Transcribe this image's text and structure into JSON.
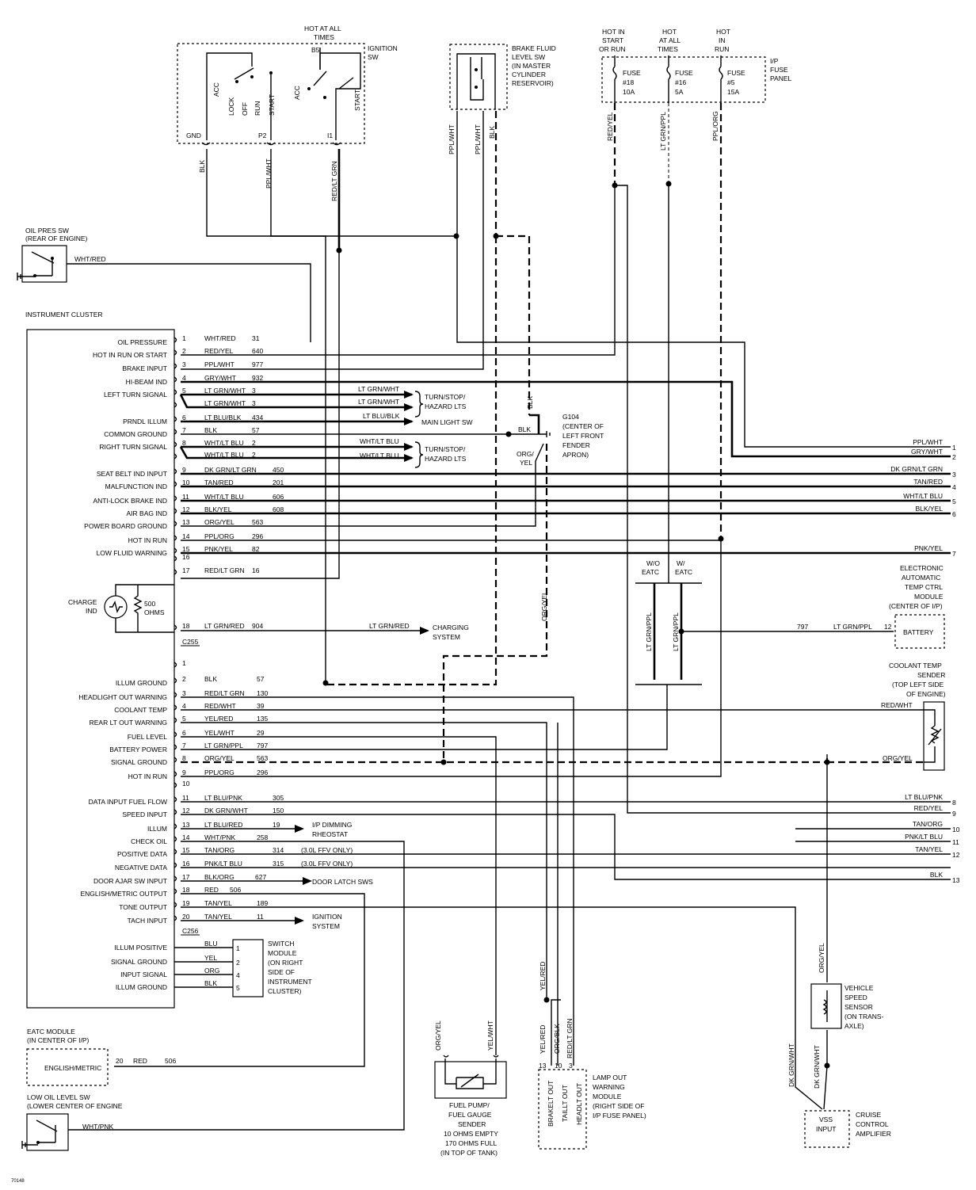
{
  "corner_code": "70148",
  "ignition_sw": {
    "title": [
      "IGNITION",
      "SW"
    ],
    "hot": [
      "HOT AT ALL",
      "TIMES"
    ],
    "b5": "B5",
    "contacts": [
      "ACC",
      "LOCK",
      "OFF",
      "RUN",
      "START",
      "ACC",
      "START"
    ],
    "terminals": [
      "GND",
      "P2",
      "I1"
    ],
    "wires": [
      "BLK",
      "PPL/WHT",
      "RED/LT GRN"
    ]
  },
  "brake_fluid_sw": {
    "title": [
      "BRAKE FLUID",
      "LEVEL SW",
      "(IN MASTER",
      "CYLINDER",
      "RESERVOIR)"
    ],
    "wires": [
      "PPL/WHT",
      "PPL/WHT",
      "BLK"
    ]
  },
  "fuse_panel": {
    "title": [
      "I/P",
      "FUSE",
      "PANEL"
    ],
    "fuses": [
      {
        "hot": [
          "HOT IN",
          "START",
          "OR RUN"
        ],
        "label": [
          "FUSE",
          "#18",
          "10A"
        ],
        "wire": "RED/YEL"
      },
      {
        "hot": [
          "HOT",
          "AT ALL",
          "TIMES"
        ],
        "label": [
          "FUSE",
          "#16",
          "5A"
        ],
        "wire": "LT GRN/PPL"
      },
      {
        "hot": [
          "HOT",
          "IN",
          "RUN"
        ],
        "label": [
          "FUSE",
          "#5",
          "15A"
        ],
        "wire": "PPL/ORG"
      }
    ]
  },
  "oil_press_sw": {
    "title": [
      "OIL PRES SW",
      "(REAR OF ENGINE)"
    ],
    "wire": "WHT/RED"
  },
  "cluster": {
    "title": "INSTRUMENT CLUSTER",
    "connector1": "C255",
    "connector2": "C256",
    "c1_rows": [
      {
        "pin": "1",
        "name": "OIL PRESSURE",
        "color": "WHT/RED",
        "circuit": "31"
      },
      {
        "pin": "2",
        "name": "HOT IN RUN OR START",
        "color": "RED/YEL",
        "circuit": "640"
      },
      {
        "pin": "3",
        "name": "BRAKE INPUT",
        "color": "PPL/WHT",
        "circuit": "977"
      },
      {
        "pin": "4",
        "name": "HI-BEAM IND",
        "color": "GRY/WHT",
        "circuit": "932"
      },
      {
        "pin": "5",
        "name": "LEFT TURN SIGNAL",
        "color": "LT GRN/WHT",
        "circuit": "3"
      },
      {
        "pin": "",
        "name": "",
        "color": "LT GRN/WHT",
        "circuit": "3"
      },
      {
        "pin": "6",
        "name": "PRNDL ILLUM",
        "color": "LT BLU/BLK",
        "circuit": "434"
      },
      {
        "pin": "7",
        "name": "COMMON GROUND",
        "color": "BLK",
        "circuit": "57"
      },
      {
        "pin": "8",
        "name": "RIGHT TURN SIGNAL",
        "color": "WHT/LT BLU",
        "circuit": "2"
      },
      {
        "pin": "",
        "name": "",
        "color": "WHT/LT BLU",
        "circuit": "2"
      },
      {
        "pin": "9",
        "name": "SEAT BELT IND INPUT",
        "color": "DK GRN/LT GRN",
        "circuit": "450"
      },
      {
        "pin": "10",
        "name": "MALFUNCTION IND",
        "color": "TAN/RED",
        "circuit": "201"
      },
      {
        "pin": "11",
        "name": "ANTI-LOCK BRAKE IND",
        "color": "WHT/LT BLU",
        "circuit": "606"
      },
      {
        "pin": "12",
        "name": "AIR BAG IND",
        "color": "BLK/YEL",
        "circuit": "608"
      },
      {
        "pin": "13",
        "name": "POWER BOARD GROUND",
        "color": "ORG/YEL",
        "circuit": "563"
      },
      {
        "pin": "14",
        "name": "HOT IN RUN",
        "color": "PPL/ORG",
        "circuit": "296"
      },
      {
        "pin": "15",
        "name": "LOW FLUID WARNING",
        "color": "PNK/YEL",
        "circuit": "82"
      },
      {
        "pin": "16",
        "name": "",
        "color": "",
        "circuit": ""
      },
      {
        "pin": "17",
        "name": "",
        "color": "RED/LT GRN",
        "circuit": "16"
      },
      {
        "pin": "18",
        "name": "",
        "color": "LT GRN/RED",
        "circuit": "904"
      }
    ],
    "c2_rows": [
      {
        "pin": "1",
        "name": "",
        "color": "",
        "circuit": ""
      },
      {
        "pin": "2",
        "name": "ILLUM GROUND",
        "color": "BLK",
        "circuit": "57"
      },
      {
        "pin": "3",
        "name": "HEADLIGHT OUT WARNING",
        "color": "RED/LT GRN",
        "circuit": "130"
      },
      {
        "pin": "4",
        "name": "COOLANT TEMP",
        "color": "RED/WHT",
        "circuit": "39"
      },
      {
        "pin": "5",
        "name": "REAR LT OUT WARNING",
        "color": "YEL/RED",
        "circuit": "135"
      },
      {
        "pin": "6",
        "name": "FUEL LEVEL",
        "color": "YEL/WHT",
        "circuit": "29"
      },
      {
        "pin": "7",
        "name": "BATTERY POWER",
        "color": "LT GRN/PPL",
        "circuit": "797"
      },
      {
        "pin": "8",
        "name": "SIGNAL GROUND",
        "color": "ORG/YEL",
        "circuit": "563"
      },
      {
        "pin": "9",
        "name": "HOT IN RUN",
        "color": "PPL/ORG",
        "circuit": "296"
      },
      {
        "pin": "10",
        "name": "",
        "color": "",
        "circuit": ""
      },
      {
        "pin": "11",
        "name": "DATA INPUT FUEL FLOW",
        "color": "LT BLU/PNK",
        "circuit": "305"
      },
      {
        "pin": "12",
        "name": "SPEED INPUT",
        "color": "DK GRN/WHT",
        "circuit": "150"
      },
      {
        "pin": "13",
        "name": "ILLUM",
        "color": "LT BLU/RED",
        "circuit": "19"
      },
      {
        "pin": "14",
        "name": "CHECK OIL",
        "color": "WHT/PNK",
        "circuit": "258"
      },
      {
        "pin": "15",
        "name": "POSITIVE DATA",
        "color": "TAN/ORG",
        "circuit": "314"
      },
      {
        "pin": "16",
        "name": "NEGATIVE DATA",
        "color": "PNK/LT BLU",
        "circuit": "315"
      },
      {
        "pin": "17",
        "name": "DOOR AJAR SW INPUT",
        "color": "BLK/ORG",
        "circuit": "627"
      },
      {
        "pin": "18",
        "name": "ENGLISH/METRIC OUTPUT",
        "color": "RED",
        "circuit": "506"
      },
      {
        "pin": "19",
        "name": "TONE OUTPUT",
        "color": "TAN/YEL",
        "circuit": "189"
      },
      {
        "pin": "20",
        "name": "TACH INPUT",
        "color": "TAN/YEL",
        "circuit": "11"
      }
    ],
    "charge_ind": [
      "CHARGE",
      "IND"
    ],
    "resistor": [
      "500",
      "OHMS"
    ],
    "switch_rows": [
      {
        "name": "ILLUM POSITIVE",
        "color": "BLU",
        "pin": "1"
      },
      {
        "name": "SIGNAL GROUND",
        "color": "YEL",
        "pin": "2"
      },
      {
        "name": "INPUT SIGNAL",
        "color": "ORG",
        "pin": "4"
      },
      {
        "name": "ILLUM GROUND",
        "color": "BLK",
        "pin": "5"
      }
    ]
  },
  "dest": {
    "turn1": [
      "TURN/STOP/",
      "HAZARD LTS"
    ],
    "turn2": [
      "TURN/STOP/",
      "HAZARD LTS"
    ],
    "main_light": "MAIN LIGHT SW",
    "charging": [
      "CHARGING",
      "SYSTEM"
    ],
    "dimming": [
      "I/P DIMMING",
      "RHEOSTAT"
    ],
    "door_latch": "DOOR LATCH SWS",
    "ignition": [
      "IGNITION",
      "SYSTEM"
    ],
    "ffv1": "(3.0L FFV ONLY)",
    "ffv2": "(3.0L FFV ONLY)",
    "switch_module": [
      "SWITCH",
      "MODULE",
      "(ON RIGHT",
      "SIDE OF",
      "INSTRUMENT",
      "CLUSTER)"
    ]
  },
  "g104": {
    "label": [
      "G104",
      "(CENTER OF",
      "LEFT FRONT",
      "FENDER",
      "APRON)"
    ],
    "blk": "BLK",
    "blk2": "BLK",
    "orgyel": [
      "ORG/",
      "YEL"
    ]
  },
  "right_edge": [
    {
      "color": "PPL/WHT",
      "num": "1"
    },
    {
      "color": "GRY/WHT",
      "num": "2"
    },
    {
      "color": "DK GRN/LT GRN",
      "num": "3"
    },
    {
      "color": "TAN/RED",
      "num": "4"
    },
    {
      "color": "WHT/LT BLU",
      "num": "5"
    },
    {
      "color": "BLK/YEL",
      "num": "6"
    },
    {
      "color": "PNK/YEL",
      "num": "7"
    },
    {
      "color": "LT BLU/PNK",
      "num": "8"
    },
    {
      "color": "RED/YEL",
      "num": "9"
    },
    {
      "color": "TAN/ORG",
      "num": "10"
    },
    {
      "color": "PNK/LT BLU",
      "num": "11"
    },
    {
      "color": "TAN/YEL",
      "num": "12"
    },
    {
      "color": "BLK",
      "num": "13"
    }
  ],
  "eatc": {
    "wo": [
      "W/O",
      "EATC"
    ],
    "w": [
      "W/",
      "EATC"
    ],
    "wires": [
      "LT GRN/PPL",
      "LT GRN/PPL"
    ],
    "module": [
      "ELECTRONIC",
      "AUTOMATIC",
      "TEMP CTRL",
      "MODULE",
      "(CENTER OF I/P)"
    ],
    "battery": "BATTERY",
    "circuit": "797",
    "color": "LT GRN/PPL",
    "pin": "12"
  },
  "coolant": {
    "title": [
      "COOLANT TEMP",
      "SENDER",
      "(TOP LEFT SIDE",
      "OF ENGINE)"
    ],
    "wires": [
      "RED/WHT",
      "ORG/YEL"
    ]
  },
  "vss": {
    "title": [
      "VEHICLE",
      "SPEED",
      "SENSOR",
      "(ON TRANS-",
      "AXLE)"
    ],
    "wire": "ORG/YEL",
    "wires2": [
      "DK GRN/WHT",
      "DK GRN/WHT"
    ]
  },
  "cruise": {
    "title": [
      "CRUISE",
      "CONTROL",
      "AMPLIFIER"
    ],
    "box": [
      "VSS",
      "INPUT"
    ]
  },
  "fuel_pump": {
    "title": [
      "FUEL PUMP/",
      "FUEL GAUGE",
      "SENDER",
      "10 OHMS EMPTY",
      "170 OHMS FULL",
      "(IN TOP OF TANK)"
    ],
    "wires": [
      "ORG/YEL",
      "YEL/WHT"
    ]
  },
  "lamp_out": {
    "title": [
      "LAMP OUT",
      "WARNING",
      "MODULE",
      "(RIGHT SIDE OF",
      "I/P FUSE PANEL)"
    ],
    "wires": [
      "YEL/RED",
      "ORG/BLK",
      "RED/LT GRN"
    ],
    "pins": [
      "13",
      "10",
      "3"
    ],
    "outs": [
      "BRAKELT OUT",
      "TAILLT OUT",
      "HEADLT OUT"
    ],
    "yelred": "YEL/RED"
  },
  "eatc_module": {
    "title": [
      "EATC MODULE",
      "(IN CENTER OF I/P)"
    ],
    "box": "ENGLISH/METRIC",
    "pin": "20",
    "color": "RED",
    "circuit": "506"
  },
  "low_oil": {
    "title": [
      "LOW OIL LEVEL SW",
      "(LOWER CENTER OF ENGINE"
    ],
    "wire": "WHT/PNK"
  },
  "orgyel_mid": "ORG/YEL"
}
